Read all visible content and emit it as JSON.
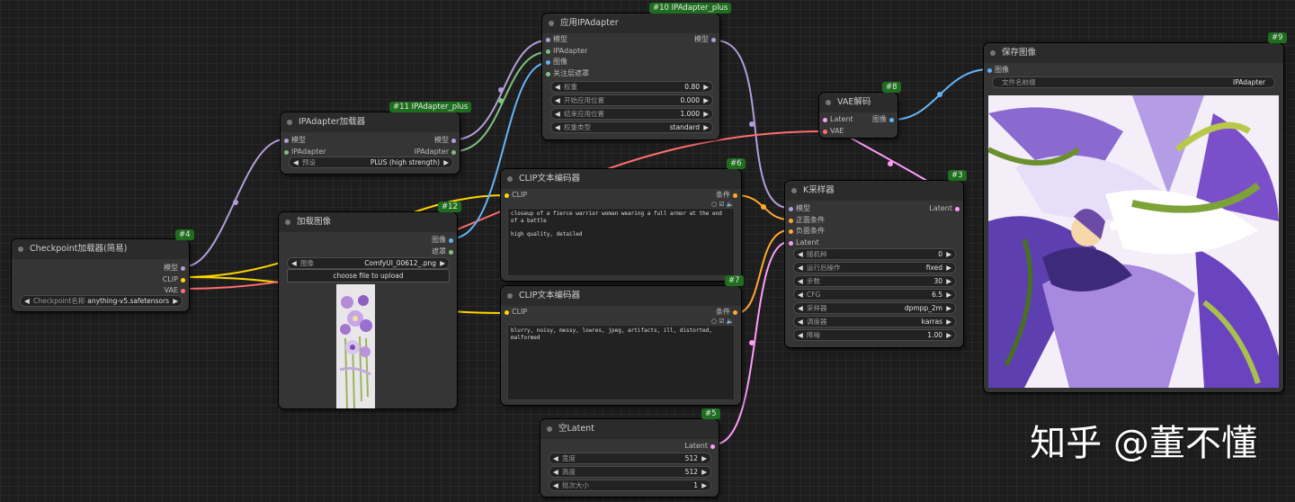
{
  "nodes": {
    "checkpoint": {
      "id": "#4",
      "title": "Checkpoint加载器(简易)",
      "outputs": [
        "模型",
        "CLIP",
        "VAE"
      ],
      "widget": {
        "label": "Checkpoint名称",
        "value": "anything-v5.safetensors"
      }
    },
    "ipadapter_loader": {
      "id": "#11 IPAdapter_plus",
      "title": "IPAdapter加载器",
      "inputs": [
        "模型",
        "IPAdapter"
      ],
      "outputs": [
        "模型",
        "IPAdapter"
      ],
      "widget": {
        "label": "预设",
        "value": "PLUS (high strength)"
      }
    },
    "load_image": {
      "id": "#12",
      "title": "加载图像",
      "outputs": [
        "图像",
        "遮罩"
      ],
      "widget": {
        "label": "图像",
        "value": "ComfyUI_00612_.png"
      },
      "upload_button": "choose file to upload"
    },
    "apply_ipadapter": {
      "id": "#10 IPAdapter_plus",
      "title": "应用IPAdapter",
      "inputs": [
        "模型",
        "IPAdapter",
        "图像",
        "关注层遮罩"
      ],
      "outputs": [
        "模型"
      ],
      "widgets": [
        {
          "label": "权重",
          "value": "0.80"
        },
        {
          "label": "开始应用位置",
          "value": "0.000"
        },
        {
          "label": "结束应用位置",
          "value": "1.000"
        },
        {
          "label": "权重类型",
          "value": "standard"
        }
      ]
    },
    "clip_pos": {
      "id": "#6",
      "title": "CLIP文本编码器",
      "inputs": [
        "CLIP"
      ],
      "outputs": [
        "条件"
      ],
      "text": "closeup of a fierce warrior woman wearing a full armor at the end of a battle\n\nhigh quality, detailed"
    },
    "clip_neg": {
      "id": "#7",
      "title": "CLIP文本编码器",
      "inputs": [
        "CLIP"
      ],
      "outputs": [
        "条件"
      ],
      "text": "blurry, noisy, messy, lowres, jpeg, artifacts, ill, distorted, malformed"
    },
    "empty_latent": {
      "id": "#5",
      "title": "空Latent",
      "outputs": [
        "Latent"
      ],
      "widgets": [
        {
          "label": "宽度",
          "value": "512"
        },
        {
          "label": "高度",
          "value": "512"
        },
        {
          "label": "批次大小",
          "value": "1"
        }
      ]
    },
    "ksampler": {
      "id": "#3",
      "title": "K采样器",
      "inputs": [
        "模型",
        "正面条件",
        "负面条件",
        "Latent"
      ],
      "outputs": [
        "Latent"
      ],
      "widgets": [
        {
          "label": "随机种",
          "value": "0"
        },
        {
          "label": "运行后操作",
          "value": "fixed"
        },
        {
          "label": "步数",
          "value": "30"
        },
        {
          "label": "CFG",
          "value": "6.5"
        },
        {
          "label": "采样器",
          "value": "dpmpp_2m"
        },
        {
          "label": "调度器",
          "value": "karras"
        },
        {
          "label": "降噪",
          "value": "1.00"
        }
      ]
    },
    "vae_decode": {
      "id": "#8",
      "title": "VAE解码",
      "inputs": [
        "Latent",
        "VAE"
      ],
      "outputs": [
        "图像"
      ]
    },
    "save_image": {
      "id": "#9",
      "title": "保存图像",
      "inputs": [
        "图像"
      ],
      "widget": {
        "label": "文件名前缀",
        "value": "IPAdapter"
      }
    }
  },
  "watermark": "知乎 @董不懂",
  "colors": {
    "model": "#b39ddb",
    "clip": "#ffd500",
    "vae": "#ff6e6e",
    "image": "#64b5f6",
    "ipadapter": "#7fbf7f",
    "mask": "#81c784",
    "conditioning": "#ffa931",
    "latent": "#ff9cf9"
  }
}
